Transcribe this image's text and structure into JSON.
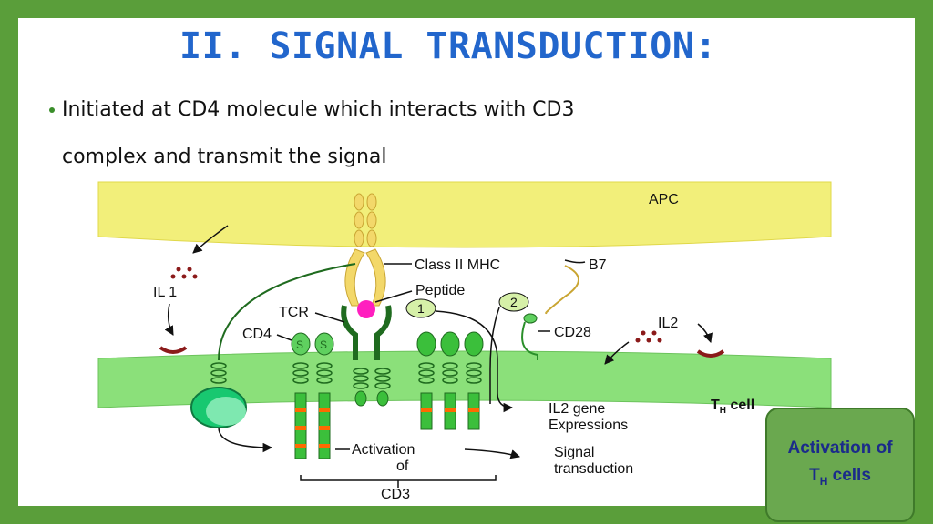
{
  "slide": {
    "title": "II. SIGNAL TRANSDUCTION:",
    "bullet_line1": "Initiated at CD4 molecule which interacts with CD3",
    "bullet_line2": "complex and transmit the signal"
  },
  "diagram": {
    "labels": {
      "apc": "APC",
      "class_ii_mhc": "Class II MHC",
      "b7": "B7",
      "peptide": "Peptide",
      "tcr": "TCR",
      "cd4": "CD4",
      "cd28": "CD28",
      "il1": "IL 1",
      "il2": "IL2",
      "step1": "1",
      "step2": "2",
      "th_cell_main": "T",
      "th_cell_sub": "H",
      "th_cell_rest": " cell",
      "il2_gene_1": "IL2 gene",
      "il2_gene_2": "Expressions",
      "activation": "Activation",
      "of": "of",
      "cd3": "CD3",
      "signal_1": "Signal",
      "signal_2": "transduction"
    },
    "colors": {
      "apc_membrane": "#f2ef7a",
      "th_membrane": "#8be07a",
      "receptor_green": "#2a8f2a",
      "mhc_yellow": "#f3d86a",
      "peptide": "#ff1fbf",
      "stripe": "#ff6a00"
    }
  },
  "badge": {
    "line1": "Activation of",
    "line2_main": "T",
    "line2_sub": "H",
    "line2_rest": " cells"
  }
}
